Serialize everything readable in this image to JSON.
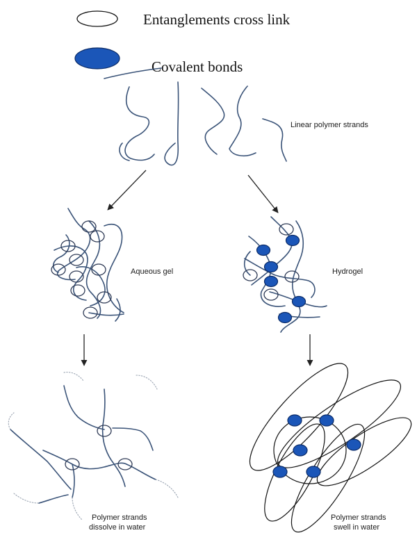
{
  "legend": {
    "entanglements_label": "Entanglements cross link",
    "covalent_label": "Covalent bonds"
  },
  "labels": {
    "linear": "Linear polymer strands",
    "aqueous": "Aqueous gel",
    "hydrogel": "Hydrogel",
    "dissolve_line1": "Polymer strands",
    "dissolve_line2": "dissolve in water",
    "swell_line1": "Polymer strands",
    "swell_line2": "swell in water"
  },
  "colors": {
    "covalent_fill": "#1b56b8",
    "entanglement_fill": "#ffffff",
    "strand": "#3a5378"
  }
}
